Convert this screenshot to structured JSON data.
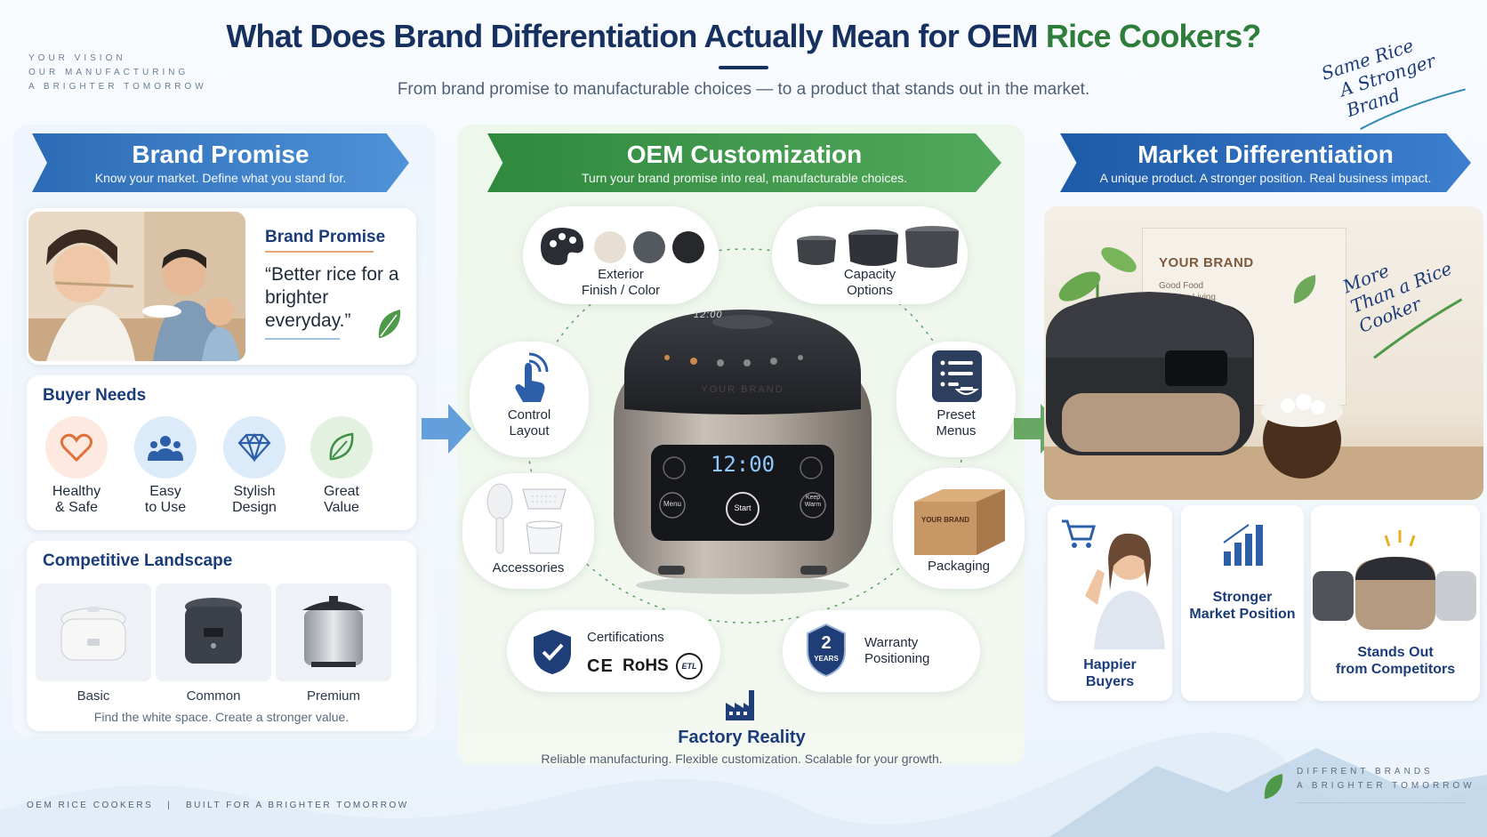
{
  "header": {
    "title_part1": "What Does Brand Differentiation Actually Mean for OEM ",
    "title_part2": "Rice Cookers?",
    "subtitle": "From brand promise to manufacturable choices — to a product that stands out in the market.",
    "tagline_left": [
      "YOUR VISION",
      "OUR MANUFACTURING",
      "A BRIGHTER TOMORROW"
    ],
    "script_top_right": [
      "Same Rice",
      "A Stronger Brand"
    ]
  },
  "left": {
    "ribbon_title": "Brand Promise",
    "ribbon_sub": "Know your market. Define what you stand for.",
    "promise_heading": "Brand Promise",
    "promise_quote": "“Better rice for a brighter everyday.”",
    "buyer_needs_title": "Buyer Needs",
    "buyer_needs": [
      {
        "label": "Healthy\n& Safe",
        "icon": "heart-icon"
      },
      {
        "label": "Easy\nto Use",
        "icon": "people-icon"
      },
      {
        "label": "Stylish\nDesign",
        "icon": "diamond-icon"
      },
      {
        "label": "Great\nValue",
        "icon": "leaf-icon"
      }
    ],
    "competitive_title": "Competitive Landscape",
    "competitors": [
      "Basic",
      "Common",
      "Premium"
    ],
    "competitive_footer": "Find the white space. Create a stronger value."
  },
  "middle": {
    "ribbon_title": "OEM Customization",
    "ribbon_sub": "Turn your brand promise into real, manufacturable choices.",
    "features": {
      "exterior": "Exterior\nFinish / Color",
      "capacity": "Capacity\nOptions",
      "control": "Control\nLayout",
      "preset": "Preset\nMenus",
      "accessories": "Accessories",
      "packaging": "Packaging",
      "certifications": "Certifications",
      "warranty": "Warranty\nPositioning"
    },
    "cert_marks": [
      "CE",
      "RoHS",
      "ETL"
    ],
    "warranty_years": "2",
    "warranty_unit": "YEARS",
    "package_label": "YOUR BRAND",
    "cooker": {
      "brand": "YOUR BRAND",
      "display_time": "12:00",
      "lid_time": "12:00",
      "btn_menu": "Menu",
      "btn_start": "Start",
      "btn_keep": "Keep Warm"
    },
    "factory_title": "Factory Reality",
    "factory_sub": "Reliable manufacturing. Flexible customization. Scalable for your growth."
  },
  "right": {
    "ribbon_title": "Market Differentiation",
    "ribbon_sub": "A unique product. A stronger position. Real business impact.",
    "box_brand": "YOUR BRAND",
    "box_sub": "Good Food\nBrighter Living",
    "script": [
      "More",
      "Than a Rice Cooker"
    ],
    "outcomes": [
      "Happier\nBuyers",
      "Stronger\nMarket Position",
      "Stands Out\nfrom Competitors"
    ]
  },
  "footer": {
    "left": "OEM RICE COOKERS   |   BUILT FOR A BRIGHTER TOMORROW",
    "right": [
      "DIFFRENT BRANDS",
      "A BRIGHTER TOMORROW"
    ]
  },
  "colors": {
    "navy": "#16305f",
    "green": "#2f7d3a",
    "blue_ribbon": "#2c6cb6",
    "green_ribbon": "#2f8a3e"
  }
}
